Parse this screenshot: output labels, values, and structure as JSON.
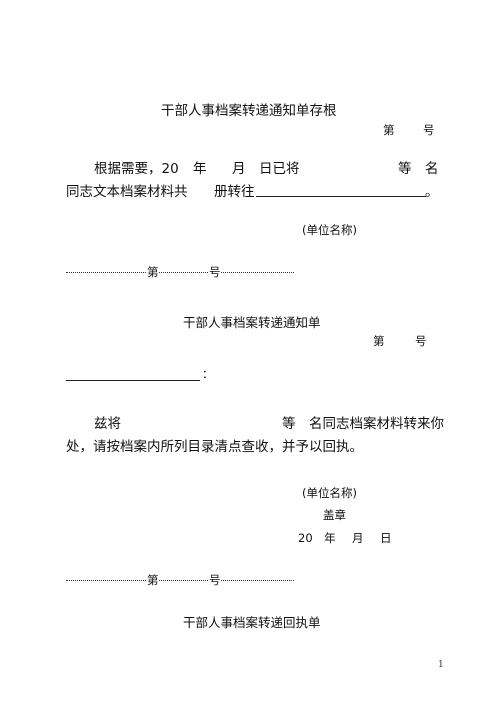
{
  "stub": {
    "title": "干部人事档案转递通知单存根",
    "number_prefix": "第",
    "number_suffix": "号",
    "line1_start": "根据需要，20",
    "line1_year": "年",
    "line1_month": "月",
    "line1_day": "日已将",
    "line1_deng": "等",
    "line1_ming": "名",
    "line2_start": "同志文本档案材料共",
    "line2_mid": "册转往",
    "line2_end": "。",
    "unit_name": "(单位名称)"
  },
  "separator1": {
    "left": "第",
    "right": "号"
  },
  "notice": {
    "title": "干部人事档案转递通知单",
    "number_prefix": "第",
    "number_suffix": "号",
    "addressee_colon": "：",
    "body_line1_start": "兹将",
    "body_line1_rest": "等　名同志档案材料转来你",
    "body_line2": "处，请按档案内所列目录清点查收，并予以回执。",
    "unit_name": "(单位名称)",
    "seal": "盖章",
    "date_year": "20　年",
    "date_month": "月",
    "date_day": "日"
  },
  "separator2": {
    "left": "第",
    "right": "号"
  },
  "receipt": {
    "title": "干部人事档案转递回执单"
  },
  "footer": {
    "page_number": "1"
  }
}
